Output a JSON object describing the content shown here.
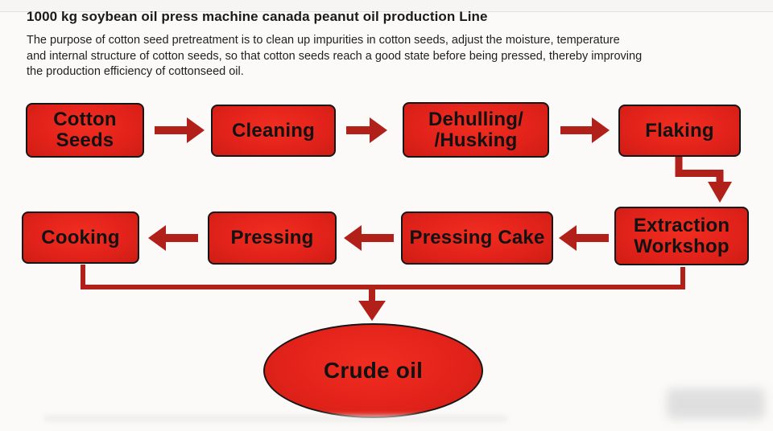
{
  "header": {
    "title": "1000 kg soybean oil press machine canada peanut oil production Line",
    "description": "The purpose of cotton seed pretreatment is to clean up impurities in cotton seeds, adjust the moisture, temperature\nand internal structure of cotton seeds, so that cotton seeds reach a good state before being pressed, thereby improving\nthe production efficiency of cottonseed oil."
  },
  "flow": {
    "nodes": {
      "cotton_seeds": "Cotton\nSeeds",
      "cleaning": "Cleaning",
      "dehulling": "Dehulling/\n/Husking",
      "flaking": "Flaking",
      "extraction": "Extraction\nWorkshop",
      "pressing_cake": "Pressing Cake",
      "pressing": "Pressing",
      "cooking": "Cooking",
      "crude_oil": "Crude oil"
    },
    "edges": [
      {
        "from": "Cotton Seeds",
        "to": "Cleaning"
      },
      {
        "from": "Cleaning",
        "to": "Dehulling//Husking"
      },
      {
        "from": "Dehulling//Husking",
        "to": "Flaking"
      },
      {
        "from": "Flaking",
        "to": "Extraction Workshop"
      },
      {
        "from": "Extraction Workshop",
        "to": "Pressing Cake"
      },
      {
        "from": "Pressing Cake",
        "to": "Pressing"
      },
      {
        "from": "Pressing",
        "to": "Cooking"
      },
      {
        "from": "Cooking",
        "to": "Crude oil"
      },
      {
        "from": "Extraction Workshop",
        "to": "Crude oil"
      }
    ]
  },
  "colors": {
    "node_fill": "#e3231b",
    "node_border": "#161616",
    "arrow": "#b2201a",
    "text": "#121212",
    "background": "#fbfaf8"
  }
}
